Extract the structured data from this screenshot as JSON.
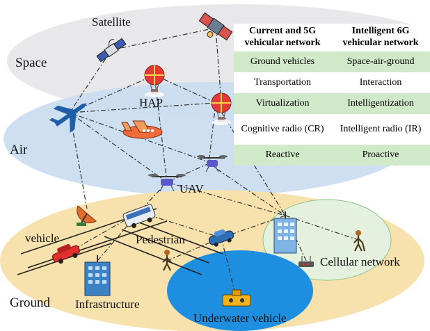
{
  "regions": {
    "space": "Space",
    "air": "Air",
    "ground": "Ground"
  },
  "nodes": {
    "satellite": "Satellite",
    "hap": "HAP",
    "uav": "UAV",
    "vehicle": "vehicle",
    "pedestrian": "Pedestrian",
    "cellular": "Cellular network",
    "infrastructure": "Infrastructure",
    "underwater": "Underwater vehicle"
  },
  "table": {
    "headers": [
      "Current and 5G vehicular network",
      "Intelligent 6G vehicular network"
    ],
    "rows": [
      [
        "Ground vehicles",
        "Space-air-ground"
      ],
      [
        "Transportation",
        "Interaction"
      ],
      [
        "Virtualization",
        "Intelligentization"
      ],
      [
        "Cognitive radio (CR)",
        "Intelligent radio (IR)"
      ],
      [
        "Reactive",
        "Proactive"
      ]
    ]
  },
  "colors": {
    "space_zone": "#e8e8ea",
    "air_zone": "#c9dcf0",
    "ground_zone": "#f7e2ad",
    "water": "#1e8fe0",
    "cell_zone": "#e4f1df",
    "table_band": "#cfe9c9"
  },
  "icons": [
    "satellite-icon",
    "hap-balloon-icon",
    "airplane-icon",
    "uav-drone-icon",
    "car-icon",
    "bus-icon",
    "building-icon",
    "antenna-dish-icon",
    "pedestrian-icon",
    "submarine-icon",
    "router-icon"
  ]
}
